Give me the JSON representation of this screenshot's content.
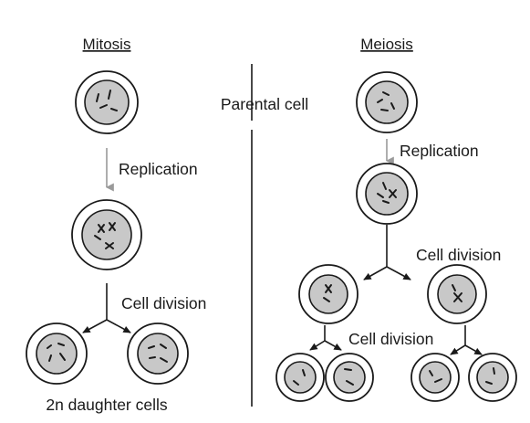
{
  "mitosis": {
    "heading": "Mitosis",
    "step1_label": "Replication",
    "step2_label": "Cell division",
    "result_label": "2n daughter cells"
  },
  "center": {
    "label": "Parental cell"
  },
  "meiosis": {
    "heading": "Meiosis",
    "step1_label": "Replication",
    "step2_label": "Cell division",
    "step3_label": "Cell division"
  },
  "colors": {
    "nucleus_fill": "#c8c8c8",
    "outline": "#1a1a1a",
    "replication_arrow": "#9a9a9a"
  }
}
